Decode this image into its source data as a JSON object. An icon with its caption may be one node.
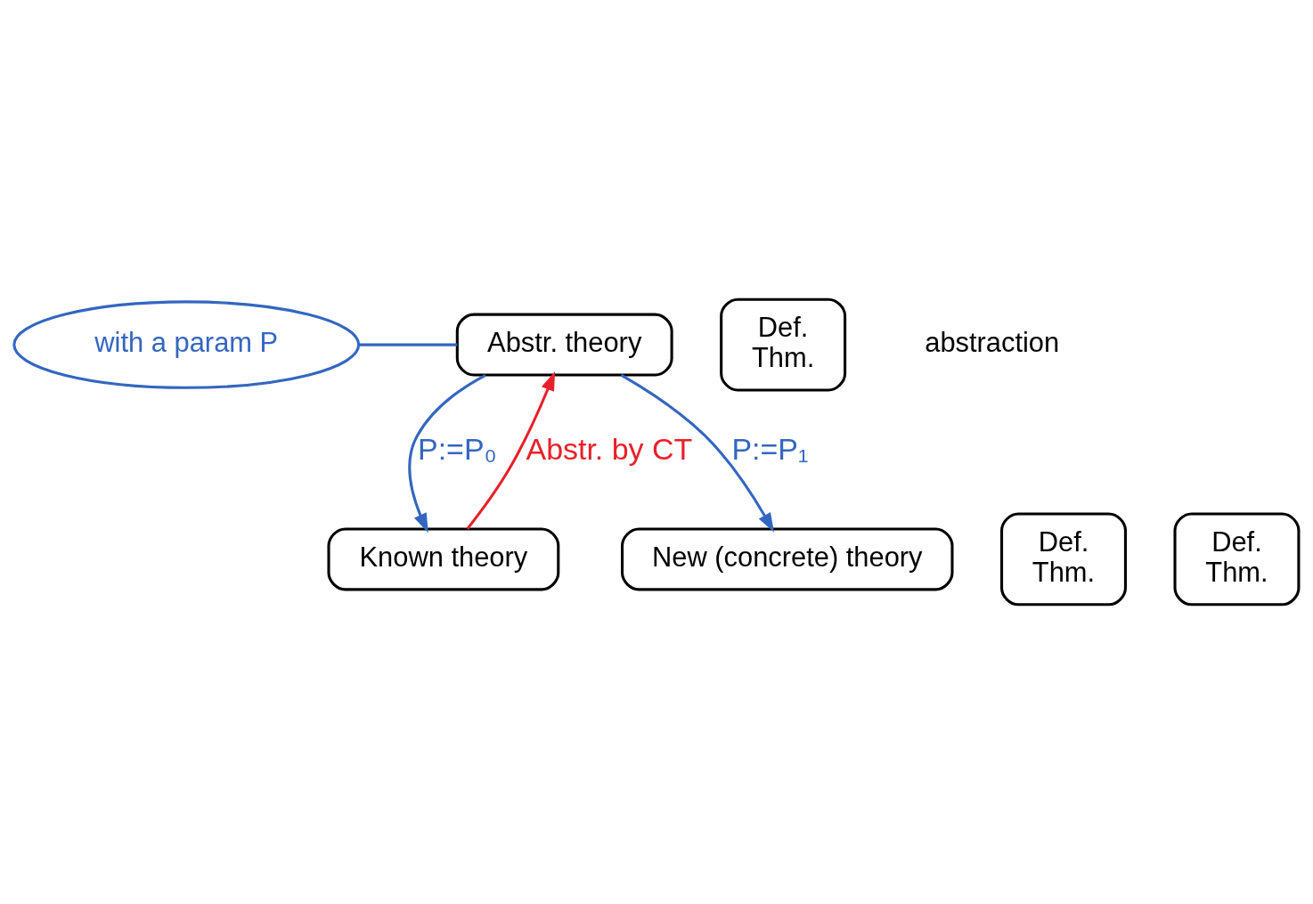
{
  "diagram": {
    "nodes": [
      {
        "text": [
          "with a param P"
        ]
      },
      {
        "text": [
          "Abstr. theory"
        ]
      },
      {
        "text": [
          "Def.",
          "Thm."
        ]
      },
      {
        "text": [
          "Known theory"
        ]
      },
      {
        "text": [
          "Def.",
          "Thm."
        ]
      },
      {
        "text": [
          "New (concrete) theory"
        ]
      },
      {
        "text": [
          "Def.",
          "Thm."
        ]
      }
    ],
    "edges": [
      {
        "from": 0,
        "to": 1,
        "arrow": "none",
        "color": "#3366c0"
      },
      {
        "from": 3,
        "to": 1,
        "arrow": "to",
        "label": "Abstr. by CT",
        "color": "#e8202a"
      },
      {
        "from": 1,
        "to": 3,
        "arrow": "to",
        "label": "P:=P₀",
        "color": "#3366c0"
      },
      {
        "from": 1,
        "to": 5,
        "arrow": "to",
        "label": "P:=P₁",
        "color": "#3366c0"
      }
    ],
    "labels": [
      "abstraction"
    ]
  }
}
